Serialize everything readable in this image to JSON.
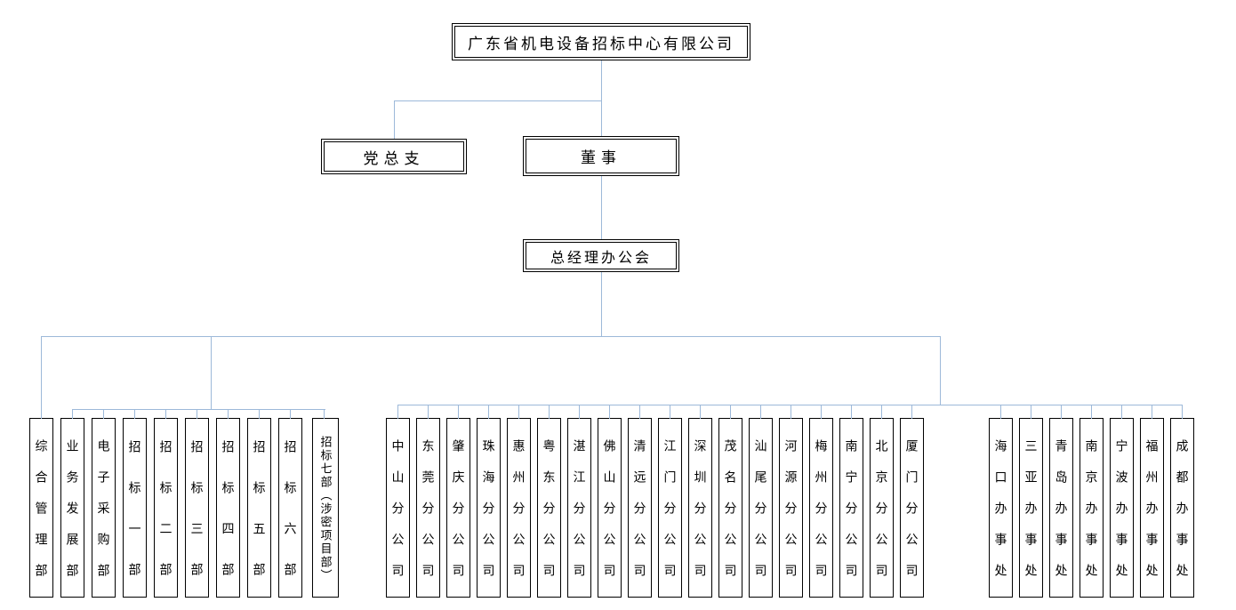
{
  "org_chart": {
    "root": "广东省机电设备招标中心有限公司",
    "level2": {
      "party": "党总支",
      "board": "董事"
    },
    "level3": {
      "gm_office": "总经理办公会"
    },
    "departments": [
      "综合管理部",
      "业务发展部",
      "电子采购部",
      "招标一部",
      "招标二部",
      "招标三部",
      "招标四部",
      "招标五部",
      "招标六部",
      "招标七部（涉密项目部）"
    ],
    "branches": [
      "中山分公司",
      "东莞分公司",
      "肇庆分公司",
      "珠海分公司",
      "惠州分公司",
      "粤东分公司",
      "湛江分公司",
      "佛山分公司",
      "清远分公司",
      "江门分公司",
      "深圳分公司",
      "茂名分公司",
      "汕尾分公司",
      "河源分公司",
      "梅州分公司",
      "南宁分公司",
      "北京分公司",
      "厦门分公司"
    ],
    "offices": [
      "海口办事处",
      "三亚办事处",
      "青岛办事处",
      "南京办事处",
      "宁波办事处",
      "福州办事处",
      "成都办事处"
    ],
    "colors": {
      "connector": "#9db9d9",
      "box_border": "#000000",
      "box_fill": "#ffffff",
      "text": "#000000"
    }
  }
}
